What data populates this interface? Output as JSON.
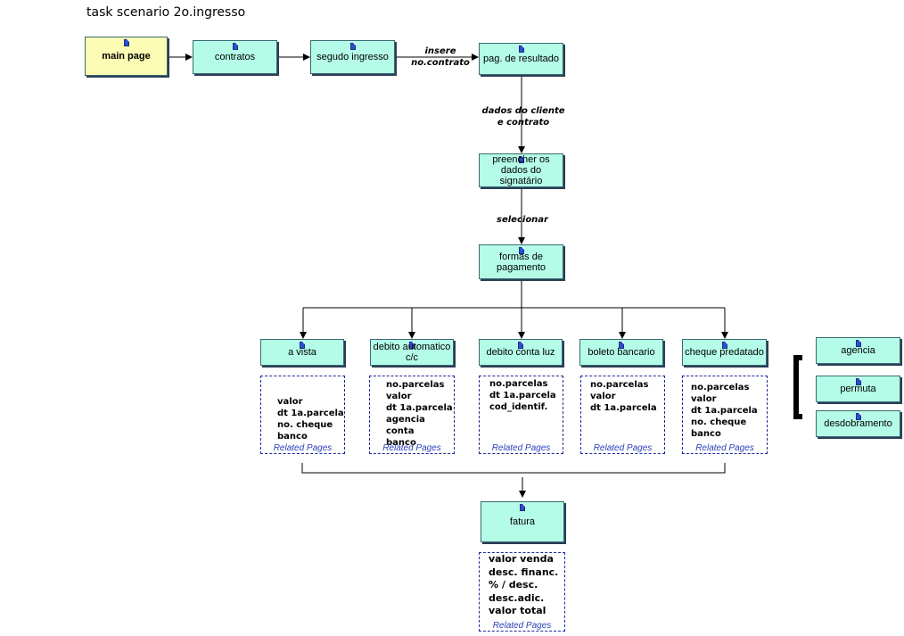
{
  "title": "task scenario 2o.ingresso",
  "nodes": {
    "main_page": "main page",
    "contratos": "contratos",
    "segundo_ingresso": "segudo ingresso",
    "pag_resultado": "pag. de resultado",
    "preencher": "preencher os dados do signatário",
    "formas_pagamento": "formas de pagamento",
    "a_vista": "a vista",
    "debito_automatico": "debito automatico c/c",
    "debito_conta_luz": "debito conta luz",
    "boleto_bancario": "boleto bancario",
    "cheque_predatado": "cheque predatado",
    "fatura": "fatura",
    "agencia": "agencia",
    "permuta": "permuta",
    "desdobramento": "desdobramento"
  },
  "edge_labels": {
    "insere": "insere no.contrato",
    "dados": "dados do cliente e contrato",
    "selecionar": "selecionar"
  },
  "related_label": "Related Pages",
  "related": {
    "a_vista": [
      "valor",
      "dt 1a.parcela",
      "no. cheque",
      "banco"
    ],
    "debito_automatico": [
      "no.parcelas",
      "valor",
      "dt 1a.parcela",
      "agencia",
      "conta",
      "banco"
    ],
    "debito_conta_luz": [
      "no.parcelas",
      "dt 1a.parcela",
      "cod_identif."
    ],
    "boleto_bancario": [
      "no.parcelas",
      "valor",
      "dt 1a.parcela"
    ],
    "cheque_predatado": [
      "no.parcelas",
      "valor",
      "dt 1a.parcela",
      "no. cheque",
      "banco"
    ],
    "fatura": [
      "valor venda",
      "desc. financ.",
      "% / desc.",
      "desc.adic.",
      "valor total"
    ]
  },
  "colors": {
    "node_fill": "#b4fce8",
    "main_fill": "#fdfcb4",
    "related_border": "#1a2a9a"
  }
}
